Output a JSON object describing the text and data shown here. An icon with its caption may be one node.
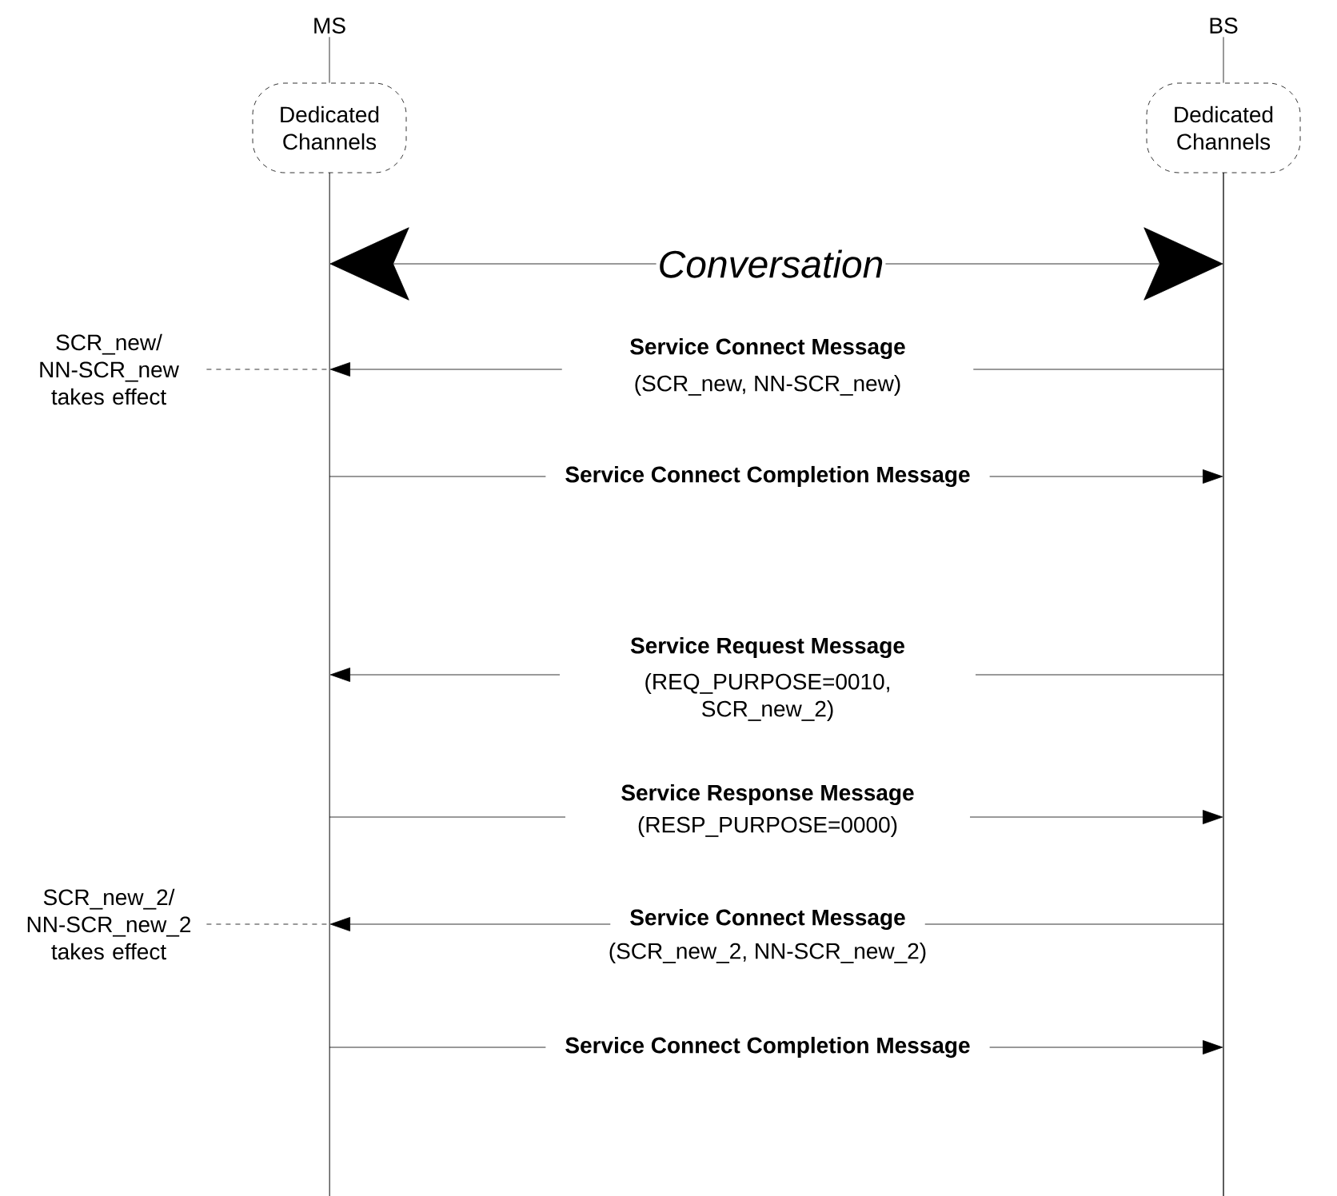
{
  "diagram": {
    "nodes": [
      {
        "text": [
          "MS"
        ]
      },
      {
        "text": [
          "BS"
        ]
      },
      {
        "text": [
          "Dedicated Channels"
        ]
      },
      {
        "text": [
          "Dedicated Channels"
        ]
      },
      {
        "text": [],
        "shape": "bar"
      },
      {
        "text": [],
        "shape": "bar"
      },
      {
        "text": [
          "SCR_new/ NN-SCR_new takes effect"
        ]
      },
      {
        "text": [
          "SCR_new_2/ NN-SCR_new_2 takes effect"
        ]
      }
    ],
    "edges": [
      {
        "from": 0,
        "to": 2,
        "arrow": "none"
      },
      {
        "from": 1,
        "to": 3,
        "arrow": "none"
      },
      {
        "from": 4,
        "to": 5,
        "arrow": "both",
        "label": "Conversation"
      },
      {
        "from": 5,
        "to": 4,
        "arrow": "to",
        "label": "Service Connect Message"
      },
      {
        "from": 4,
        "to": 5,
        "arrow": "to",
        "label": "Service Connect Completion Message"
      },
      {
        "from": 5,
        "to": 4,
        "arrow": "to",
        "label": "Service Request Message"
      },
      {
        "from": 4,
        "to": 5,
        "arrow": "to",
        "label": "Service Response Message"
      },
      {
        "from": 5,
        "to": 4,
        "arrow": "to",
        "label": "Service Connect Message"
      },
      {
        "from": 4,
        "to": 5,
        "arrow": "to",
        "label": "Service Connect Completion Message"
      },
      {
        "from": 6,
        "to": 4,
        "arrow": "none",
        "style": "dashed"
      },
      {
        "from": 7,
        "to": 4,
        "arrow": "none",
        "style": "dashed"
      }
    ],
    "labels": [
      "(SCR_new, NN-SCR_new)",
      "(REQ_PURPOSE=0010, SCR_new_2)",
      "(RESP_PURPOSE=0000)",
      "(SCR_new_2, NN-SCR_new_2)"
    ]
  }
}
